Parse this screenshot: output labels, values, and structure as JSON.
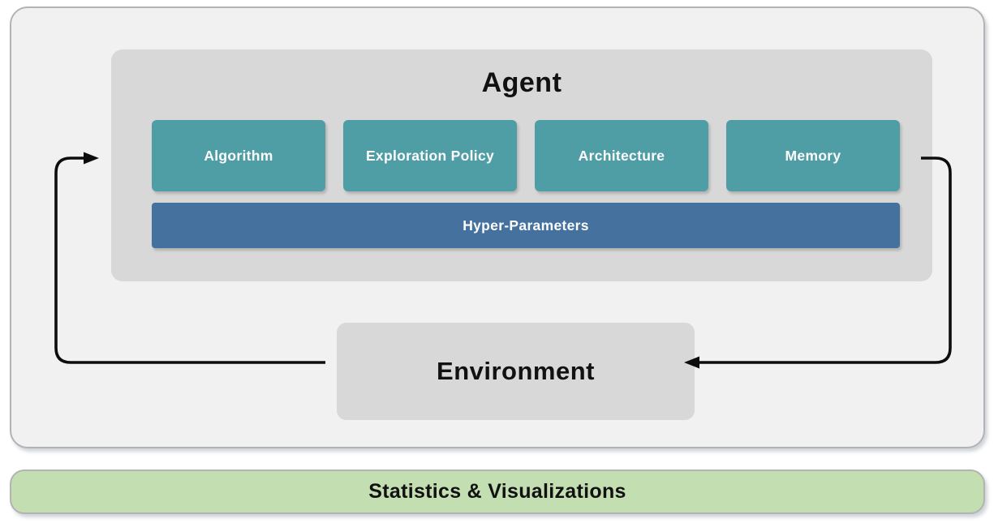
{
  "diagram": {
    "agent": {
      "title": "Agent",
      "modules": [
        {
          "label": "Algorithm"
        },
        {
          "label": "Exploration Policy"
        },
        {
          "label": "Architecture"
        },
        {
          "label": "Memory"
        }
      ],
      "hyper_parameters_label": "Hyper-Parameters"
    },
    "environment": {
      "title": "Environment"
    },
    "stats_bar": {
      "label": "Statistics & Visualizations"
    },
    "arrows": [
      {
        "name": "environment-to-agent",
        "description": "loop from Environment left side up into Agent"
      },
      {
        "name": "agent-to-environment",
        "description": "loop from Agent right side down into Environment"
      }
    ],
    "colors": {
      "module_teal": "#4f9ea6",
      "hyper_parameters_blue": "#44719e",
      "panel_background_gray": "#f1f1f2",
      "box_gray": "#d8d8d8",
      "stats_green": "#c3dfb1",
      "arrow_black": "#0d0d0d",
      "panel_border_gray": "#b3b3b3"
    }
  }
}
